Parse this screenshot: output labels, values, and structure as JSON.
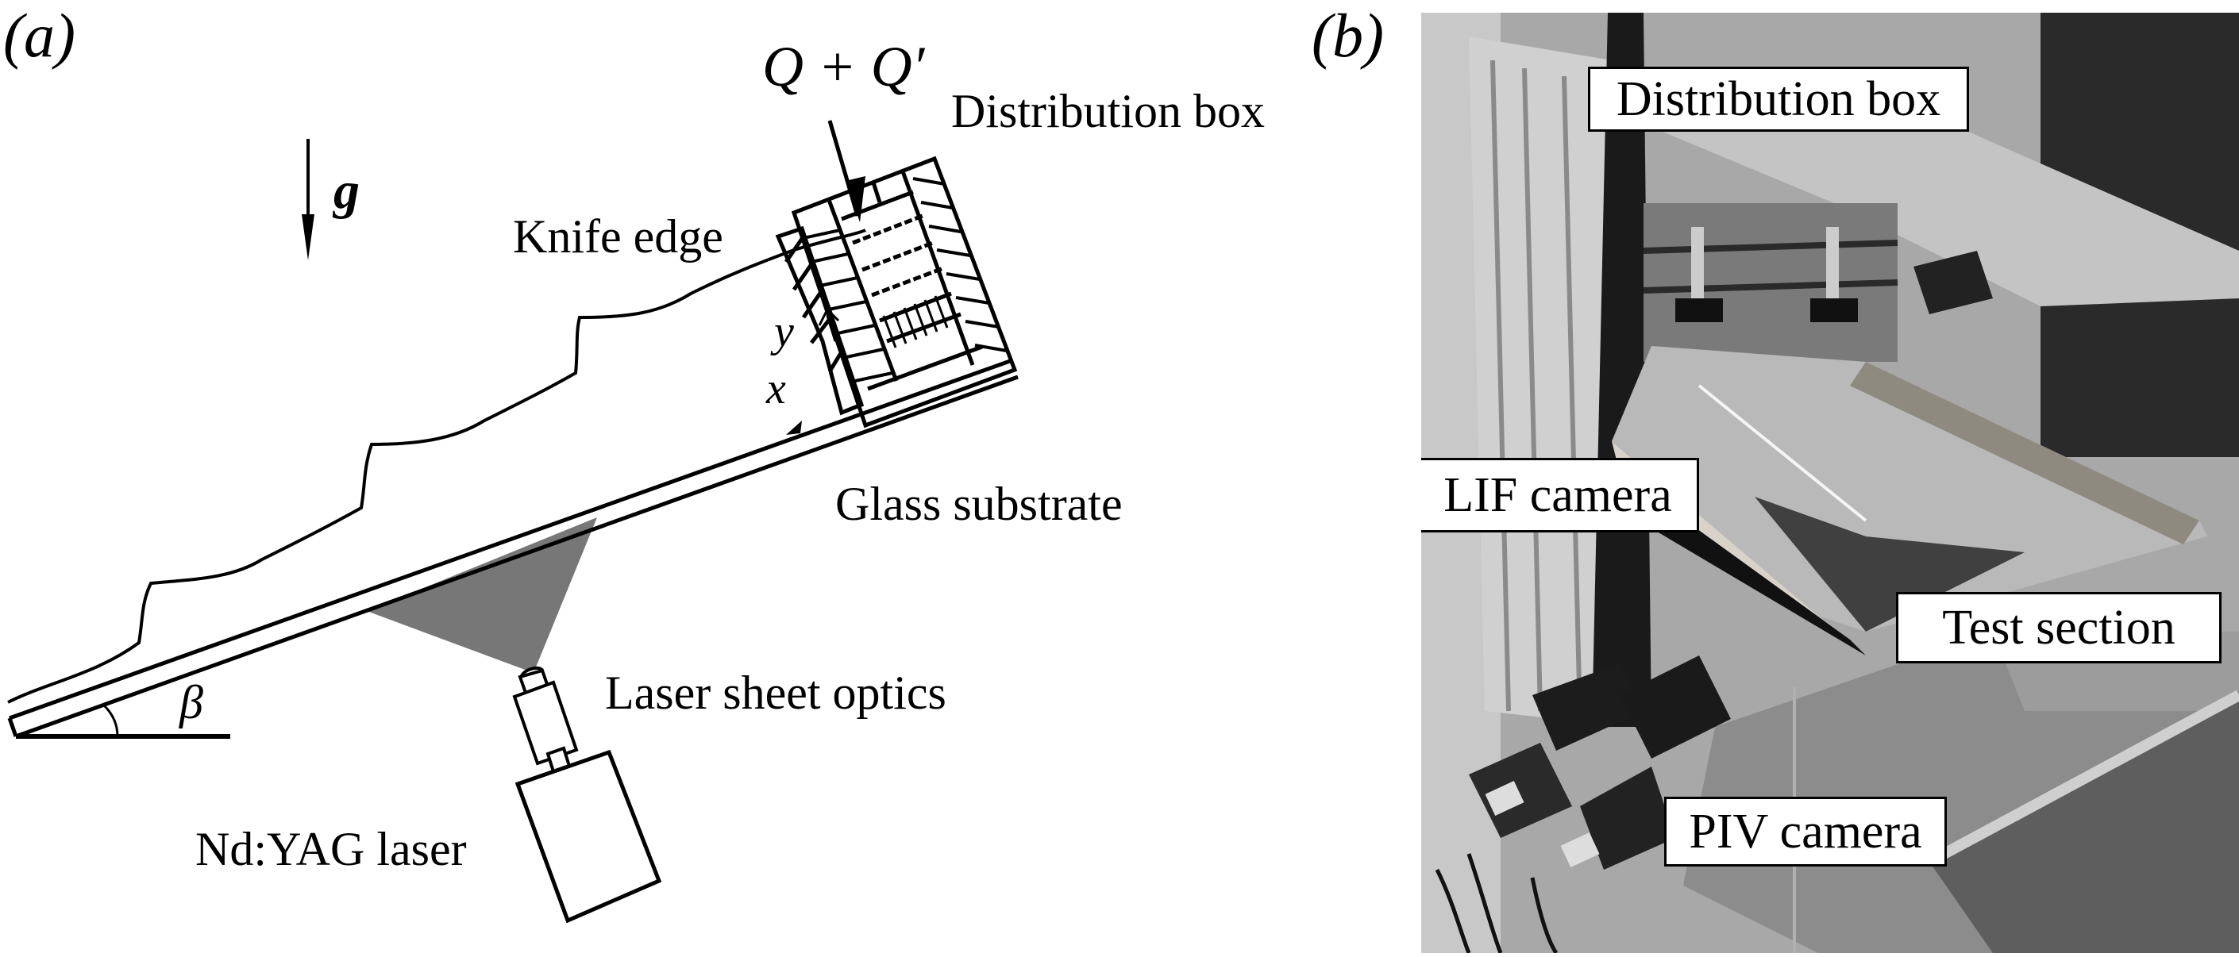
{
  "panel_a": {
    "label": "(a)",
    "gravity_symbol": "g",
    "inflow_label": "Q + Q′",
    "annotations": {
      "distribution_box": "Distribution box",
      "knife_edge": "Knife edge",
      "glass_substrate": "Glass substrate",
      "laser_sheet_optics": "Laser sheet optics",
      "laser": "Nd:YAG laser"
    },
    "axis_x": "x",
    "axis_y": "y",
    "angle_symbol": "β",
    "colors": {
      "laser_sheet": "#777777",
      "line": "#000000"
    }
  },
  "panel_b": {
    "label": "(b)",
    "labels": {
      "distribution_box": "Distribution box",
      "lif_camera": "LIF camera",
      "test_section": "Test section",
      "piv_camera": "PIV camera"
    }
  }
}
